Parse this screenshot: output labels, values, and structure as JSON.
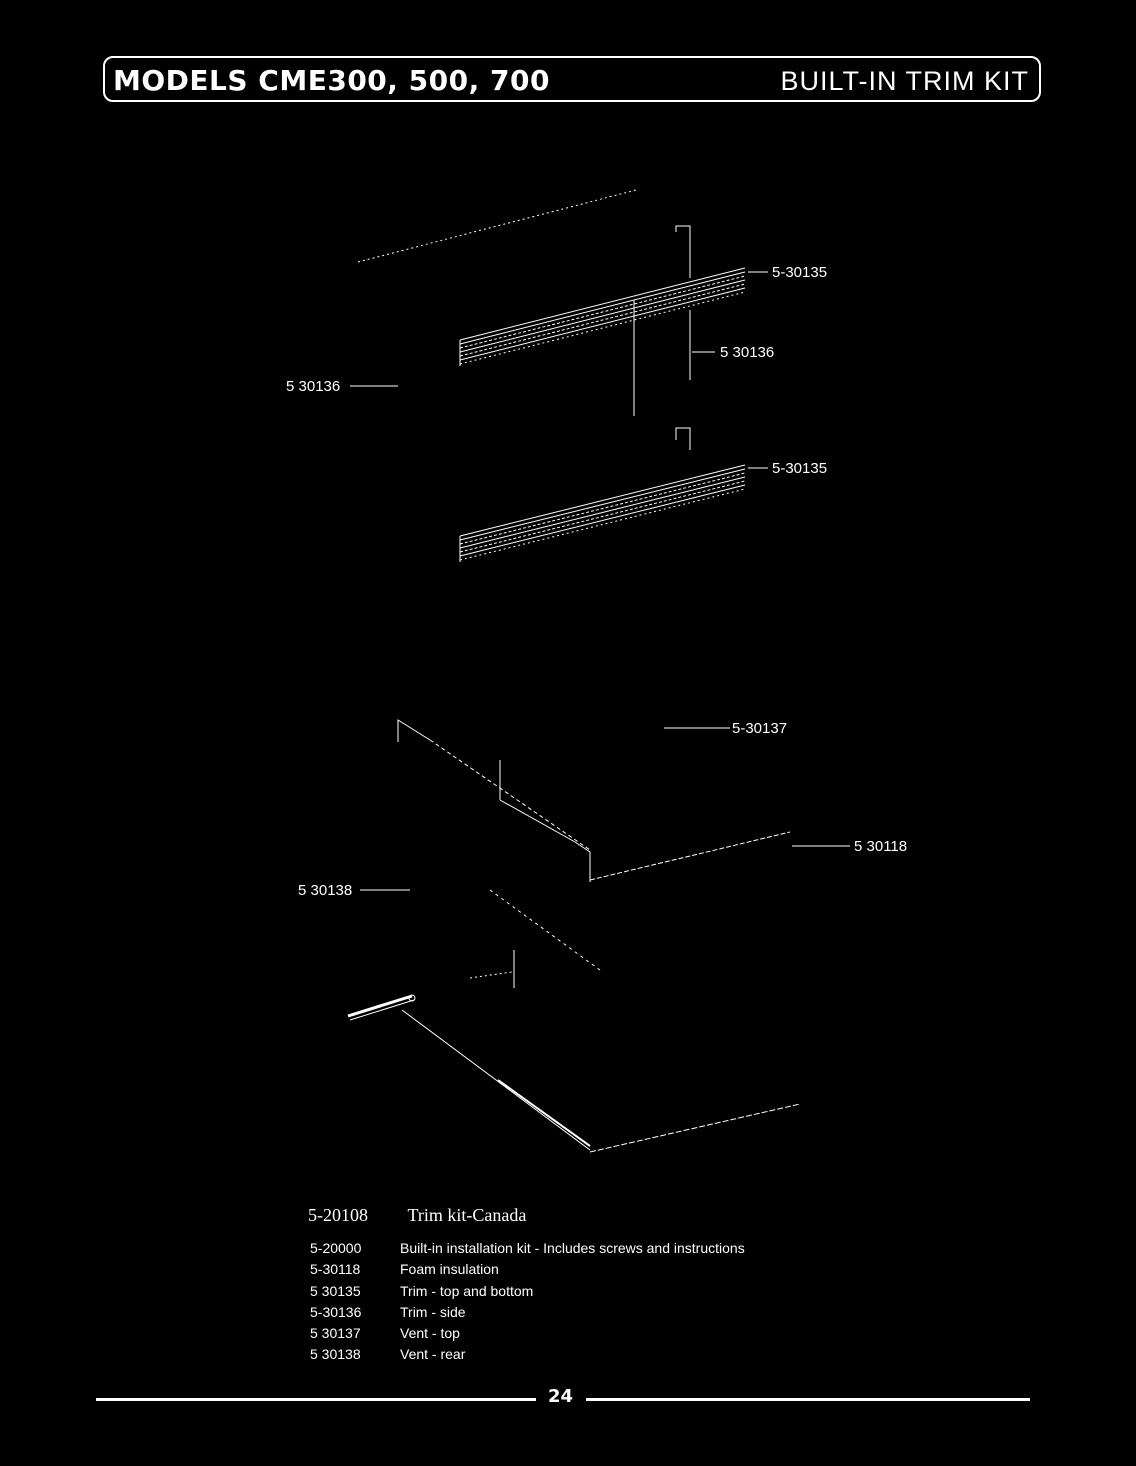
{
  "header": {
    "models": "MODELS CME300, 500, 700",
    "section": "BUILT-IN TRIM KIT"
  },
  "callouts": [
    "5-30135",
    "5 30136",
    "5 30136",
    "5-30135",
    "5-30137",
    "5 30118",
    "5 30138"
  ],
  "kit": {
    "number": "5-20108",
    "title": "Trim kit-Canada"
  },
  "parts": [
    {
      "number": "5-20000",
      "description": "Built-in installation kit - Includes screws and instructions"
    },
    {
      "number": "5-30118",
      "description": "Foam insulation"
    },
    {
      "number": "5 30135",
      "description": "Trim - top and bottom"
    },
    {
      "number": "5-30136",
      "description": "Trim - side"
    },
    {
      "number": "5 30137",
      "description": "Vent - top"
    },
    {
      "number": "5 30138",
      "description": "Vent - rear"
    }
  ],
  "page_number": "24"
}
